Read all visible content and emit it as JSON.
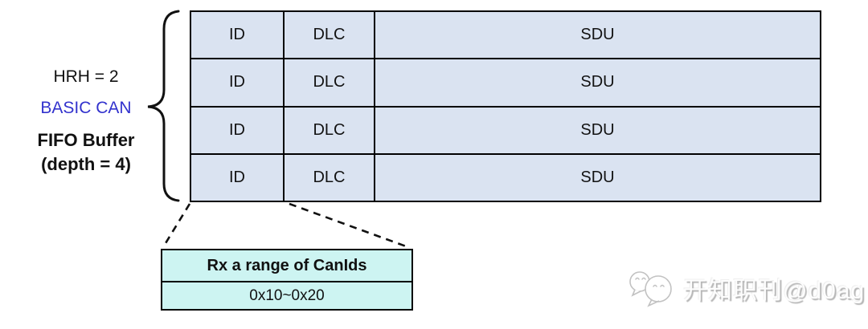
{
  "labels": {
    "hrh": "HRH = 2",
    "basic_can": "BASIC CAN",
    "fifo_line1": "FIFO Buffer",
    "fifo_line2": "(depth = 4)"
  },
  "buffer_table": {
    "rows": [
      {
        "id": "ID",
        "dlc": "DLC",
        "sdu": "SDU"
      },
      {
        "id": "ID",
        "dlc": "DLC",
        "sdu": "SDU"
      },
      {
        "id": "ID",
        "dlc": "DLC",
        "sdu": "SDU"
      },
      {
        "id": "ID",
        "dlc": "DLC",
        "sdu": "SDU"
      }
    ]
  },
  "canid_table": {
    "header": "Rx a range of CanIds",
    "value": "0x10~0x20"
  },
  "watermark": {
    "text": "开知职刊@d0ag",
    "icon": "chat-bubbles-icon"
  },
  "colors": {
    "row_fill": "#dae3f1",
    "canid_fill": "#cdf4f2",
    "basic_can_blue": "#3232cd",
    "border_color": "#000000"
  }
}
